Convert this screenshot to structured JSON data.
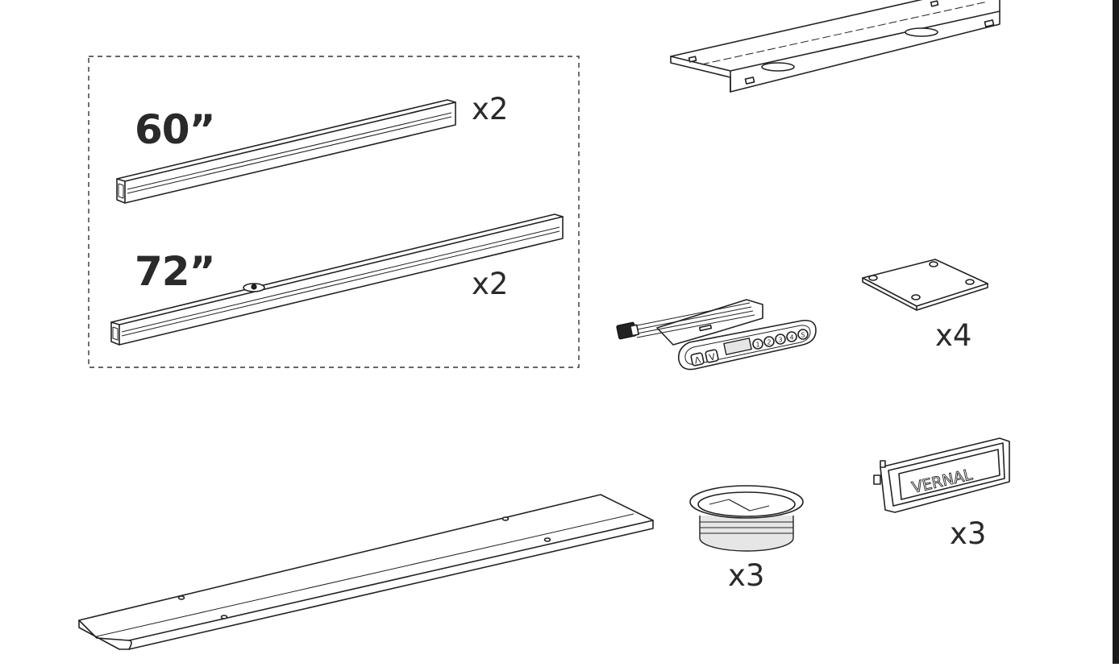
{
  "labels": {
    "beam_60_length": "60”",
    "beam_60_qty": "x2",
    "beam_72_length": "72”",
    "beam_72_qty": "x2",
    "mount_plate_qty": "x4",
    "grommet_qty": "x3",
    "logo_cap_qty": "x3"
  },
  "controller": {
    "key_up": "Λ",
    "key_down": "V",
    "presets": [
      "1",
      "2",
      "3",
      "4",
      "S"
    ]
  },
  "logo_cap": {
    "brand_text": "VERNAL"
  },
  "colors": {
    "line": "#222222",
    "background": "#ffffff",
    "edge_bar": "#1b1b1b"
  }
}
